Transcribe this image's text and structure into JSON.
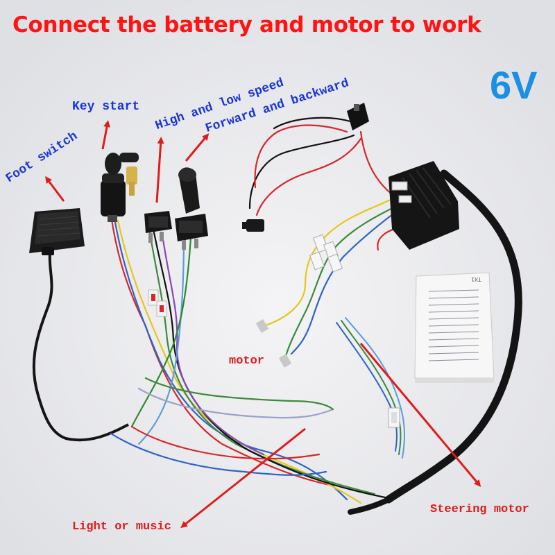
{
  "headline": "Connect the battery and motor to work",
  "voltage": "6V",
  "labels": {
    "foot_switch": "Foot switch",
    "key_start": "Key start",
    "high_low_speed": "High and low speed",
    "forward_backward": "Forward and backward",
    "motor": "motor",
    "light_or_music": "Light or music",
    "steering_motor": "Steering motor",
    "remote_box_tag": "TX1"
  },
  "colors": {
    "headline": "#ff1414",
    "voltage": "#1a8fe3",
    "callout_blue": "#1a35d8",
    "callout_red": "#e01b1b",
    "arrow": "#e01b1b",
    "background": "#ececef"
  }
}
